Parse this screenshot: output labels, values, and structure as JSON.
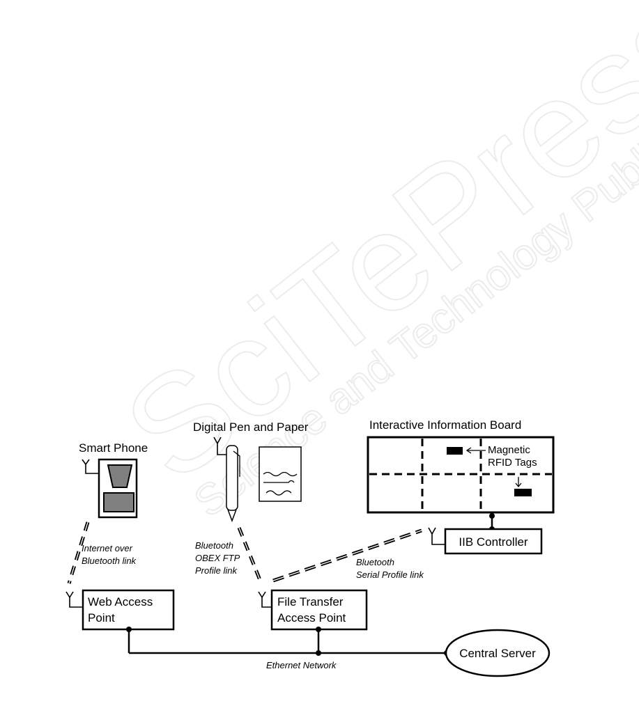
{
  "watermark": {
    "main": "SciTePress",
    "sub": "Science and Technology Publications"
  },
  "nodes": {
    "smart_phone": "Smart Phone",
    "digital_pen": "Digital Pen and Paper",
    "iib": "Interactive Information Board",
    "magnetic_tags_line1": "Magnetic",
    "magnetic_tags_line2": "RFID Tags",
    "iib_controller": "IIB Controller",
    "web_ap_line1": "Web Access",
    "web_ap_line2": "Point",
    "ft_ap_line1": "File Transfer",
    "ft_ap_line2": "Access Point",
    "central_server": "Central Server"
  },
  "links": {
    "internet_line1": "Internet over",
    "internet_line2": "Bluetooth link",
    "obex_line1": "Bluetooth",
    "obex_line2": "OBEX FTP",
    "obex_line3": "Profile link",
    "serial_line1": "Bluetooth",
    "serial_line2": "Serial Profile link",
    "ethernet": "Ethernet Network"
  }
}
